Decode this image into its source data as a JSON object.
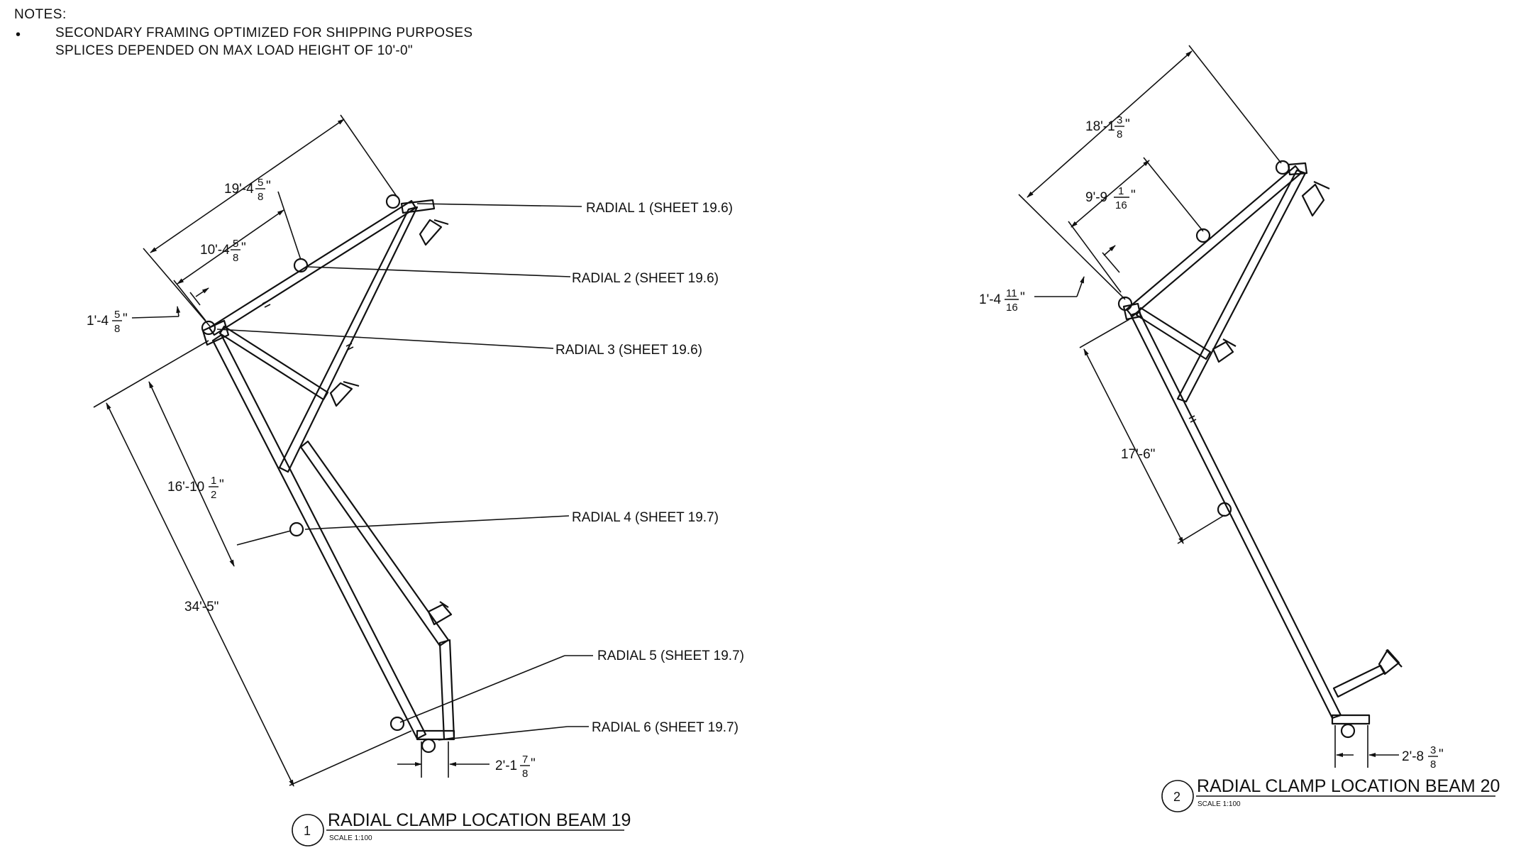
{
  "notes": {
    "title": "NOTES:",
    "bullet": "•",
    "line1": "SECONDARY FRAMING OPTIMIZED FOR SHIPPING PURPOSES",
    "line2": "SPLICES DEPENDED ON MAX LOAD HEIGHT OF 10'-0\""
  },
  "view1": {
    "number": "1",
    "title": "RADIAL CLAMP LOCATION BEAM 19",
    "scale": "SCALE 1:100",
    "callouts": {
      "r1": "RADIAL 1 (SHEET 19.6)",
      "r2": "RADIAL 2 (SHEET 19.6)",
      "r3": "RADIAL 3 (SHEET 19.6)",
      "r4": "RADIAL 4 (SHEET 19.7)",
      "r5": "RADIAL 5 (SHEET 19.7)",
      "r6": "RADIAL 6 (SHEET 19.7)"
    },
    "dims": {
      "d1": {
        "whole": "19'-4",
        "num": "5",
        "den": "8",
        "tail": "\""
      },
      "d2": {
        "whole": "10'-4",
        "num": "5",
        "den": "8",
        "tail": "\""
      },
      "d3": {
        "whole": "1'-4",
        "num": "5",
        "den": "8",
        "tail": "\""
      },
      "d4": {
        "whole": "16'-10",
        "num": "1",
        "den": "2",
        "tail": "\""
      },
      "d5": {
        "text": "34'-5\""
      },
      "d6": {
        "whole": "2'-1",
        "num": "7",
        "den": "8",
        "tail": "\""
      }
    }
  },
  "view2": {
    "number": "2",
    "title": "RADIAL CLAMP LOCATION BEAM 20",
    "scale": "SCALE 1:100",
    "dims": {
      "d1": {
        "whole": "18'-1",
        "num": "3",
        "den": "8",
        "tail": "\""
      },
      "d2": {
        "whole": "9'-9",
        "num": "1",
        "den": "16",
        "tail": "\""
      },
      "d3": {
        "whole": "1'-4",
        "num": "11",
        "den": "16",
        "tail": "\""
      },
      "d4": {
        "text": "17'-6\""
      },
      "d5": {
        "whole": "2'-8",
        "num": "3",
        "den": "8",
        "tail": "\""
      }
    }
  }
}
